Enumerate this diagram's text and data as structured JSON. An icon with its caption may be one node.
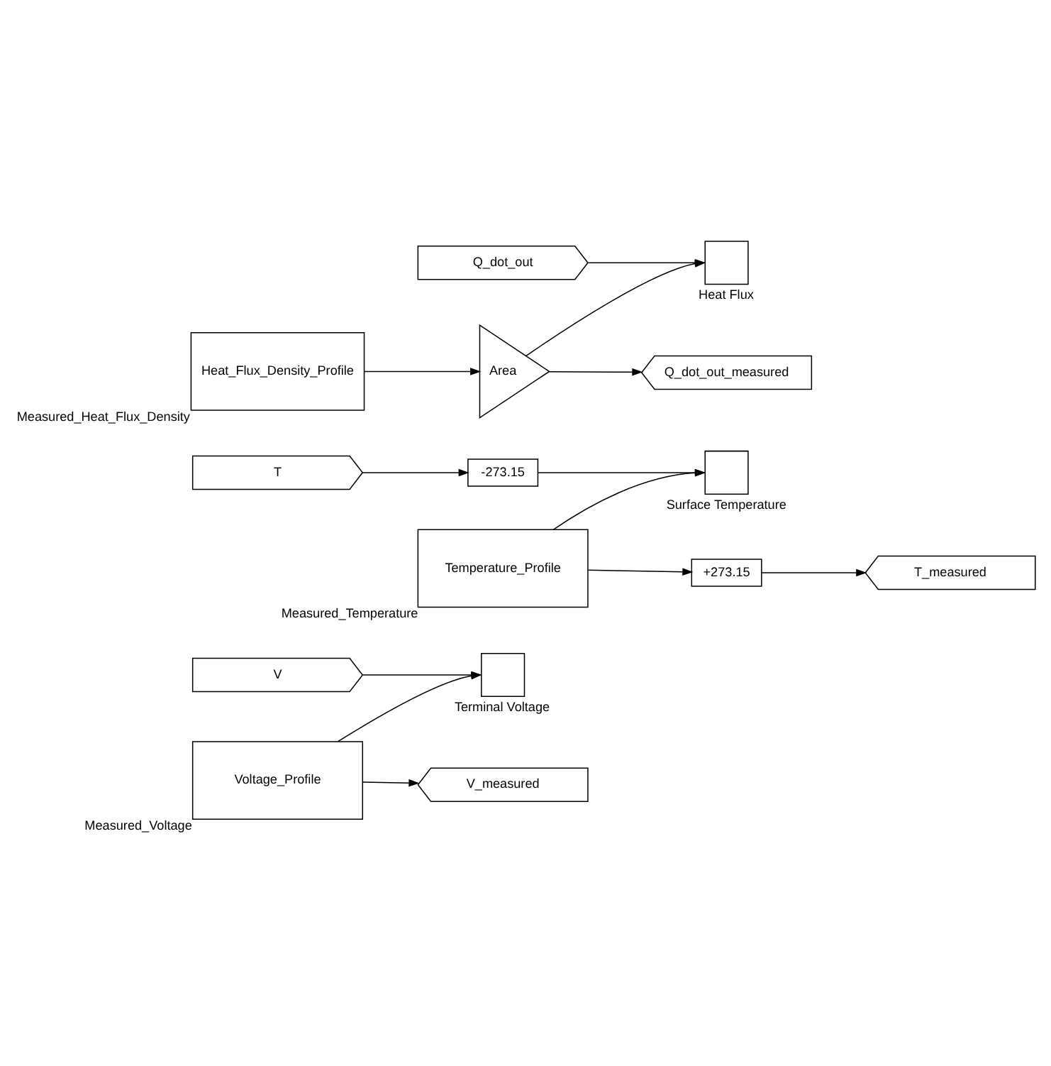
{
  "diagram": {
    "nodes": [
      {
        "text": [
          "V"
        ]
      },
      {
        "text": [],
        "shape": "box",
        "beside": [
          "Terminal Voltage"
        ]
      },
      {
        "text": [
          "Voltage_Profile"
        ],
        "beside": [
          "Measured_Voltage"
        ]
      },
      {
        "text": [
          "V_measured"
        ]
      },
      {
        "text": [
          "T"
        ]
      },
      {
        "text": [
          "-273.15"
        ]
      },
      {
        "text": [],
        "shape": "box",
        "beside": [
          "Surface Temperature"
        ]
      },
      {
        "text": [
          "Temperature_Profile"
        ],
        "beside": [
          "Measured_Temperature"
        ]
      },
      {
        "text": [
          "+273.15"
        ]
      },
      {
        "text": [
          "T_measured"
        ]
      },
      {
        "text": [
          "Q_dot_out"
        ]
      },
      {
        "text": [],
        "shape": "box",
        "beside": [
          "Heat Flux"
        ]
      },
      {
        "text": [
          "Heat_Flux_Density_Profile"
        ],
        "beside": [
          "Measured_Heat_Flux_Density"
        ]
      },
      {
        "text": [
          "Area"
        ]
      },
      {
        "text": [
          "Q_dot_out_measured"
        ]
      }
    ],
    "edges": [
      {
        "from": 0,
        "to": 1,
        "arrow": "to"
      },
      {
        "from": 2,
        "to": 1,
        "arrow": "to"
      },
      {
        "from": 2,
        "to": 3,
        "arrow": "to"
      },
      {
        "from": 4,
        "to": 5,
        "arrow": "to"
      },
      {
        "from": 5,
        "to": 6,
        "arrow": "to"
      },
      {
        "from": 7,
        "to": 6,
        "arrow": "to"
      },
      {
        "from": 7,
        "to": 8,
        "arrow": "to"
      },
      {
        "from": 8,
        "to": 9,
        "arrow": "to"
      },
      {
        "from": 10,
        "to": 11,
        "arrow": "to"
      },
      {
        "from": 12,
        "to": 13,
        "arrow": "to"
      },
      {
        "from": 13,
        "to": 11,
        "arrow": "to"
      },
      {
        "from": 13,
        "to": 14,
        "arrow": "to"
      }
    ]
  }
}
